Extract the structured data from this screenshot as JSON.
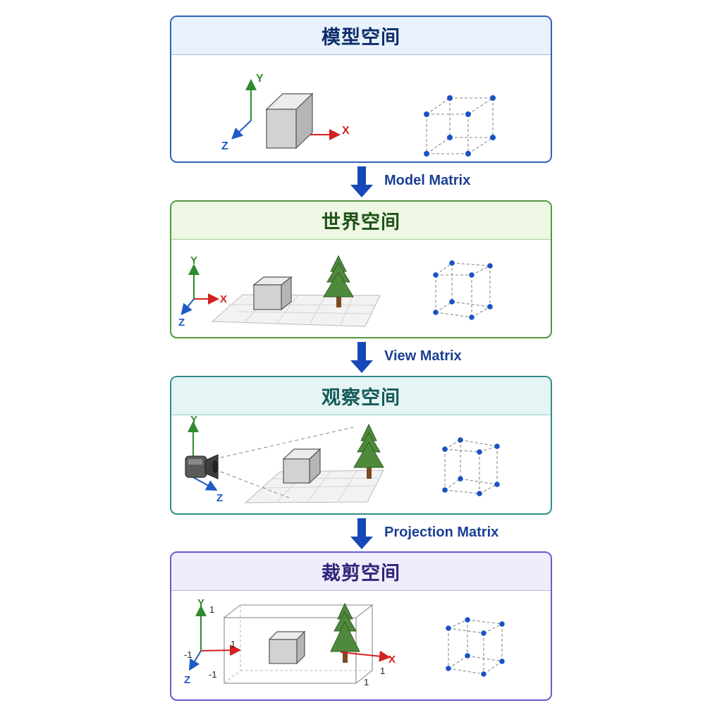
{
  "stages": [
    {
      "title": "模型空间"
    },
    {
      "title": "世界空间"
    },
    {
      "title": "观察空间"
    },
    {
      "title": "裁剪空间"
    }
  ],
  "transforms": [
    {
      "label": "Model Matrix"
    },
    {
      "label": "View Matrix"
    },
    {
      "label": "Projection Matrix"
    }
  ],
  "axes": {
    "x": "X",
    "y": "Y",
    "z": "Z"
  },
  "clip_ticks": {
    "y_top": "1",
    "x_right": "1",
    "x_left": "-1",
    "z_near": "-1",
    "box_right": "1",
    "box_front": "1"
  },
  "colors": {
    "axis_x": "#d42020",
    "axis_y": "#2e8b2e",
    "axis_z": "#1e5bc6",
    "vertex": "#1a52c4",
    "arrow": "#1648b8"
  },
  "icons": [
    "down-arrow-icon",
    "cube-icon",
    "tree-icon",
    "camera-icon",
    "grid-plane-icon",
    "wireframe-cube-icon"
  ]
}
